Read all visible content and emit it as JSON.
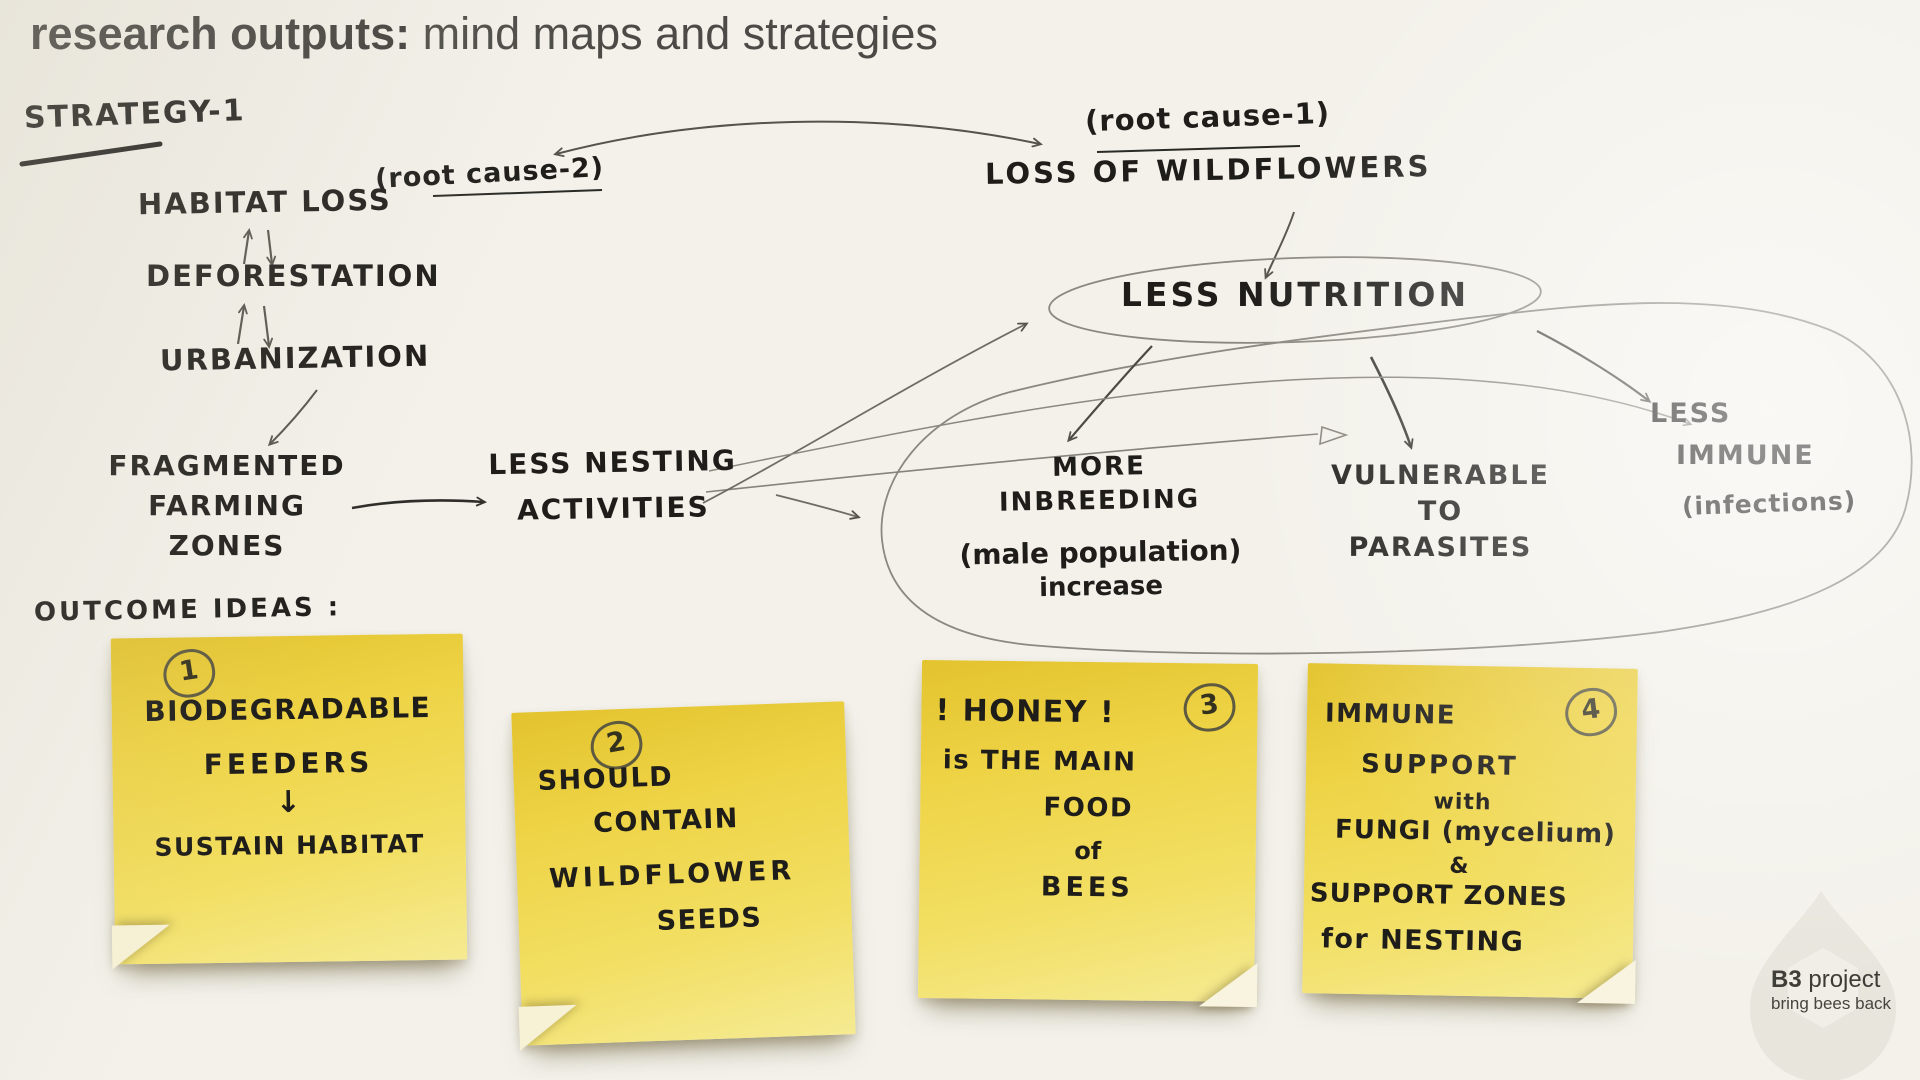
{
  "colors": {
    "background": "#f3f1ea",
    "ink": "#1e1d1a",
    "sketch_gray": "#8a887f",
    "note_yellow": "#eed345",
    "note_yellow_dark": "#e3c32e",
    "title_gray": "#3d3c39"
  },
  "header": {
    "title_strong": "research outputs:",
    "title_light": " mind maps and strategies"
  },
  "map": {
    "strategy": "STRATEGY-1",
    "root_cause_2": "(root cause-2)",
    "root_cause_1": "(root cause-1)",
    "habitat_loss": "HABITAT LOSS",
    "deforestation": "DEFORESTATION",
    "urbanization": "URBANIZATION",
    "fragmented": [
      "FRAGMENTED",
      "FARMING",
      "ZONES"
    ],
    "less_nesting": [
      "LESS NESTING",
      "ACTIVITIES"
    ],
    "loss_of_wildflowers": "LOSS OF WILDFLOWERS",
    "less_nutrition": "LESS NUTRITION",
    "more_inbreeding": [
      "MORE",
      "INBREEDING",
      "(male population)",
      "increase"
    ],
    "vulnerable": [
      "VULNERABLE",
      "TO",
      "PARASITES"
    ],
    "less_immune": [
      "LESS",
      "IMMUNE",
      "(infections)"
    ]
  },
  "outcome_label": "OUTCOME IDEAS :",
  "notes": [
    {
      "number": "1",
      "lines": [
        "BIODEGRADABLE",
        "FEEDERS",
        "↓",
        "SUSTAIN HABITAT"
      ]
    },
    {
      "number": "2",
      "lines": [
        "SHOULD",
        "CONTAIN",
        "WILDFLOWER",
        "SEEDS"
      ]
    },
    {
      "number": "3",
      "lines": [
        "! HONEY !",
        "is THE MAIN",
        "FOOD",
        "of",
        "BEES"
      ]
    },
    {
      "number": "4",
      "lines": [
        "IMMUNE",
        "SUPPORT",
        "with",
        "FUNGI (mycelium)",
        "&",
        "SUPPORT ZONES",
        "for NESTING"
      ]
    }
  ],
  "logo": {
    "name_strong": "B3",
    "name_rest": " project",
    "tagline": "bring bees back"
  }
}
